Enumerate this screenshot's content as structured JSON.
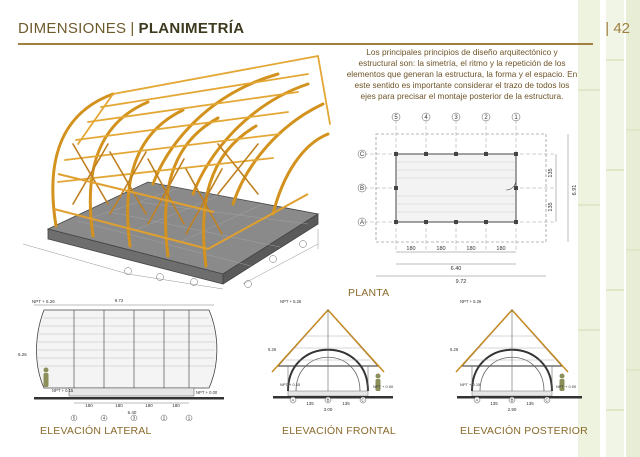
{
  "header": {
    "section": "DIMENSIONES",
    "separator": "|",
    "subsection": "PLANIMETRÍA",
    "page_number": "42"
  },
  "intro": {
    "text": "Los principales principios de diseño arquitectónico y estructural son: la simetría, el ritmo y la repetición de los elementos que generan la estructura, la forma y el espacio. En este sentido es importante considerar el trazo de todos los ejes para precisar el montaje posterior de la estructura."
  },
  "plan": {
    "title": "PLANTA",
    "top_axes": [
      "5",
      "4",
      "3",
      "2",
      "1"
    ],
    "side_axes": [
      "C",
      "B",
      "A"
    ],
    "dims_bottom": [
      "180",
      "180",
      "180",
      "180"
    ],
    "total_inner": "6.40",
    "total_outer": "9.72",
    "dims_right": [
      "135",
      "135"
    ],
    "total_right": "6.91"
  },
  "elevations": {
    "lateral": {
      "title": "ELEVACIÓN LATERAL",
      "npt_top": "NPT + 5.26",
      "npt_mid": "NPT + 0.15",
      "npt_bottom": "NPT + 0.00",
      "height": "5.26",
      "width_top": "9.72",
      "dims": [
        "180",
        "180",
        "180",
        "180"
      ],
      "total": "6.40",
      "axes": [
        "5",
        "4",
        "3",
        "2",
        "1"
      ]
    },
    "frontal": {
      "title": "ELEVACIÓN FRONTAL",
      "npt_top": "NPT + 5.26",
      "npt_mid": "NPT + 0.15",
      "npt_bottom": "NPT + 0.00",
      "height": "5.26",
      "dims": [
        "135",
        "135"
      ],
      "total": "3.00",
      "axes": [
        "A",
        "B",
        "C"
      ]
    },
    "posterior": {
      "title": "ELEVACIÓN POSTERIOR",
      "npt_top": "NPT + 5.26",
      "npt_mid": "NPT + 0.15",
      "npt_bottom": "NPT + 0.00",
      "height": "5.26",
      "dims": [
        "135",
        "135"
      ],
      "total": "2.90",
      "axes": [
        "A",
        "B",
        "C"
      ]
    }
  },
  "colors": {
    "accent": "#a08040",
    "bamboo": "#e3a735",
    "bamboo_dark": "#b57a17",
    "text": "#6d5428",
    "line": "#555555"
  }
}
